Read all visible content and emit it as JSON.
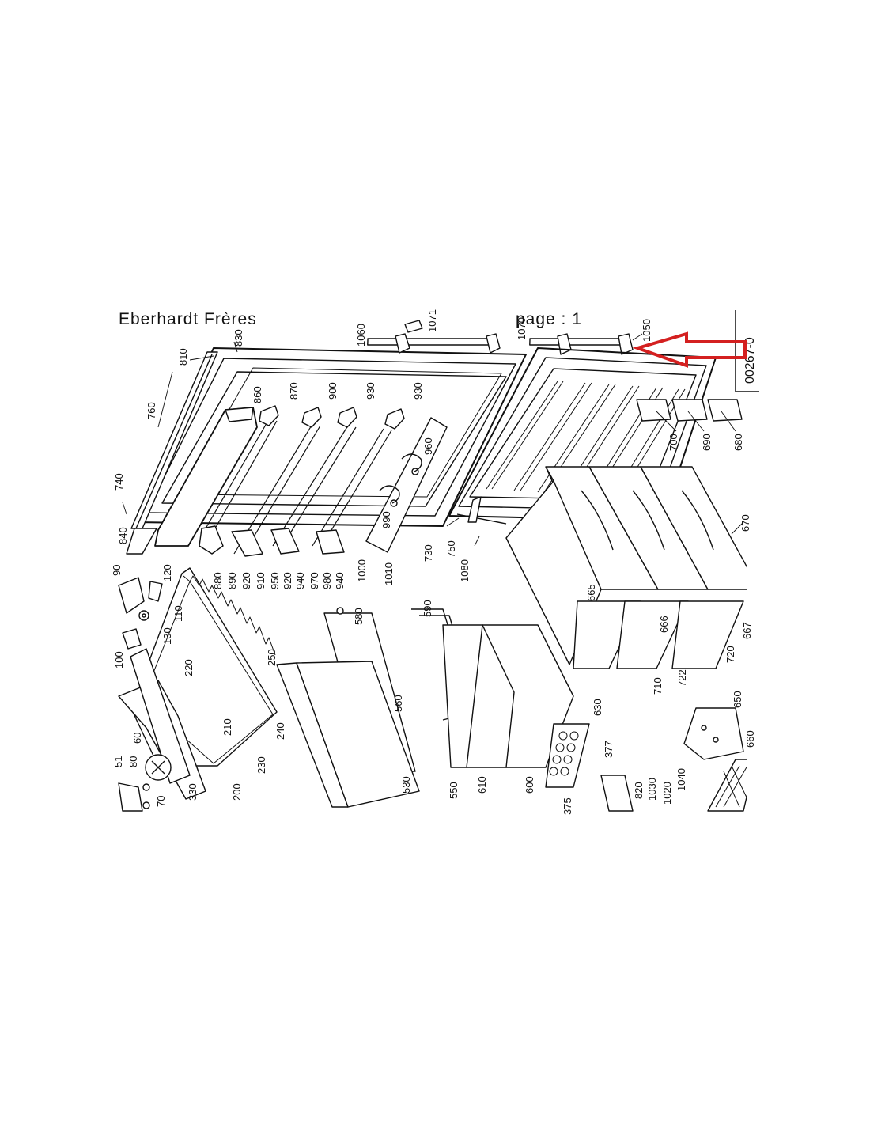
{
  "header": {
    "brand": "Eberhardt Frères",
    "page_label": "page : 1",
    "ref_code": "00267-0"
  },
  "colors": {
    "line": "#111111",
    "arrow": "#d42020"
  },
  "labels": {
    "l810": "810",
    "l830": "830",
    "l760": "760",
    "l740": "740",
    "l840": "840",
    "l860": "860",
    "l870": "870",
    "l900": "900",
    "l930a": "930",
    "l930b": "930",
    "l960": "960",
    "l990": "990",
    "l880": "880",
    "l890": "890",
    "l920a": "920",
    "l910": "910",
    "l950": "950",
    "l920b": "920",
    "l940a": "940",
    "l970": "970",
    "l980": "980",
    "l940b": "940",
    "l1000": "1000",
    "l1010": "1010",
    "l1060": "1060",
    "l1071": "1071",
    "l1070": "1070",
    "l1050": "1050",
    "l700": "700",
    "l690": "690",
    "l680": "680",
    "l730": "730",
    "l750": "750",
    "l1080": "1080",
    "l665": "665",
    "l666": "666",
    "l667": "667",
    "l670": "670",
    "l710": "710",
    "l722": "722",
    "l720": "720",
    "l90": "90",
    "l120": "120",
    "l110": "110",
    "l100": "100",
    "l130": "130",
    "l220": "220",
    "l250": "250",
    "l240": "240",
    "l230": "230",
    "l210": "210",
    "l200": "200",
    "l60": "60",
    "l51": "51",
    "l80": "80",
    "l70": "70",
    "l330": "330",
    "l580": "580",
    "l590": "590",
    "l560": "560",
    "l530": "530",
    "l550": "550",
    "l610": "610",
    "l600": "600",
    "l630": "630",
    "l377": "377",
    "l375": "375",
    "l650": "650",
    "l660": "660",
    "l820": "820",
    "l1030": "1030",
    "l1020": "1020",
    "l1040": "1040"
  }
}
